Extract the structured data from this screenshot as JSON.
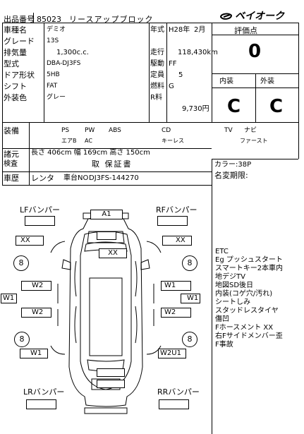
{
  "header": {
    "lot_label": "出品番号",
    "lot_no": "85023",
    "title": "リースアップブロック",
    "logo_text": "ベイオーク"
  },
  "spec": {
    "car_name_label": "車種名",
    "car_name": "デミオ",
    "grade_label": "グレード",
    "grade": "13S",
    "displacement_label": "排気量",
    "displacement": "1,300c.c.",
    "model_label": "型式",
    "model": "DBA-DJ3FS",
    "doors_label": "ドア形状",
    "doors": "5HB",
    "shift_label": "シフト",
    "shift": "FAT",
    "color_label": "外装色",
    "color": "グレー",
    "year_label": "年式",
    "year": "H28年",
    "month": "2月",
    "mileage_label": "走行",
    "mileage": "118,430km",
    "drive_label": "駆動",
    "drive": "FF",
    "capacity_label": "定員",
    "capacity": "5",
    "fuel_label": "燃料",
    "fuel": "G",
    "recycle_label": "R料",
    "recycle": "9,730円"
  },
  "rating": {
    "header": "評価点",
    "score": "0",
    "interior_label": "内装",
    "exterior_label": "外装",
    "interior": "C",
    "exterior": "C"
  },
  "equipment": {
    "label": "装備",
    "row1": [
      "PS",
      "PW",
      "ABS",
      "CD",
      "TV",
      "ナビ"
    ],
    "row2": [
      "エアB",
      "AC",
      "キーレス",
      "ファースト"
    ]
  },
  "dimensions": {
    "label": "諸元",
    "text": "長さ 406cm 幅 169cm 高さ 150cm"
  },
  "inspection": {
    "label": "検査",
    "value": "取 保証書",
    "history_label": "車歴",
    "history": "レンタ",
    "chassis_label": "車台NO",
    "chassis": "DJ3FS-144270",
    "color_code": "カラー:38P",
    "name_change": "名変期限:"
  },
  "diagram": {
    "lf": "LFバンパー",
    "rf": "RFバンパー",
    "lr": "LRバンパー",
    "rr": "RRバンパー",
    "a1": "A1",
    "xx_left": "XX",
    "xx_center": "XX",
    "xx_right": "XX",
    "w2_l_front": "W2",
    "w1_r_front": "W1",
    "w1_far_left": "W1",
    "w1_far_right": "W1",
    "w2_l_rear": "W2",
    "w2_r_rear": "W2",
    "w1_l_bottom": "W1",
    "w2u1_r_bottom": "W2U1",
    "tire_lf": "8",
    "tire_rf": "8",
    "tire_lr": "8",
    "tire_rr": "8"
  },
  "notes": [
    "ETC",
    "Eg プッシュスタート",
    "スマートキー2本車内",
    "地デジTV",
    "地図SD後日",
    "内装(コゲ穴/汚れ)",
    "シートしみ",
    "スタッドレスタイヤ",
    "傷凹",
    "Fホースメント XX",
    "右Fサイドメンバー歪",
    "F事故"
  ]
}
